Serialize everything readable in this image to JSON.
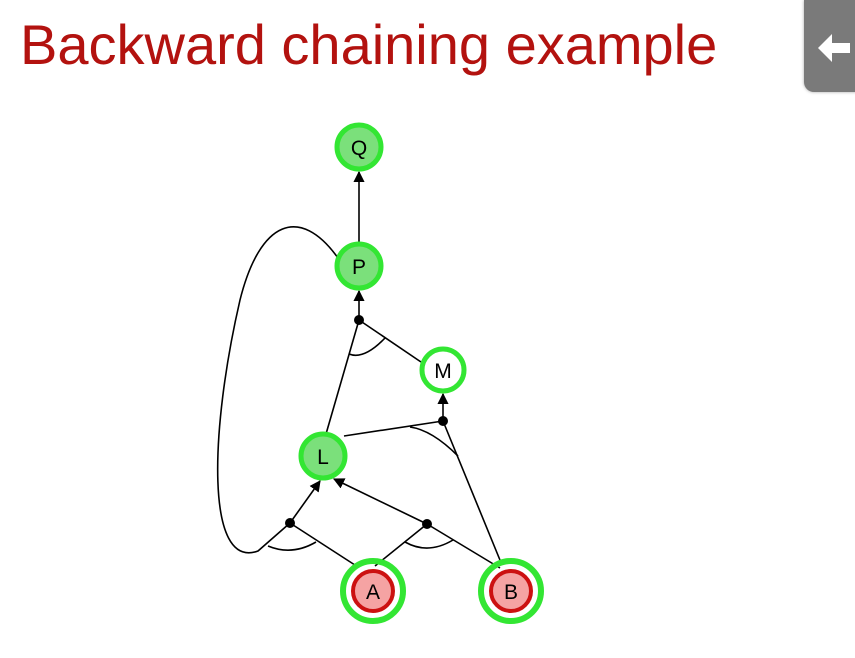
{
  "slide": {
    "title": "Backward chaining example"
  },
  "nav": {
    "icon": "back-arrow-icon"
  },
  "colors": {
    "title": "#b3120f",
    "proven_fill": "#7be07b",
    "proven_ring": "#33e633",
    "fact_fill": "#f5a3a3",
    "fact_inner_ring": "#cc1111",
    "edge": "#000000"
  },
  "nodes": [
    {
      "id": "Q",
      "label": "Q",
      "state": "proven"
    },
    {
      "id": "P",
      "label": "P",
      "state": "proven"
    },
    {
      "id": "M",
      "label": "M",
      "state": "goal"
    },
    {
      "id": "L",
      "label": "L",
      "state": "proven"
    },
    {
      "id": "A",
      "label": "A",
      "state": "fact"
    },
    {
      "id": "B",
      "label": "B",
      "state": "fact"
    }
  ],
  "rules": [
    {
      "premises": [
        "P"
      ],
      "conclusion": "Q"
    },
    {
      "premises": [
        "L",
        "M"
      ],
      "conclusion": "P"
    },
    {
      "premises": [
        "B",
        "L"
      ],
      "conclusion": "M"
    },
    {
      "premises": [
        "A",
        "P"
      ],
      "conclusion": "L"
    },
    {
      "premises": [
        "A",
        "B"
      ],
      "conclusion": "L"
    }
  ]
}
